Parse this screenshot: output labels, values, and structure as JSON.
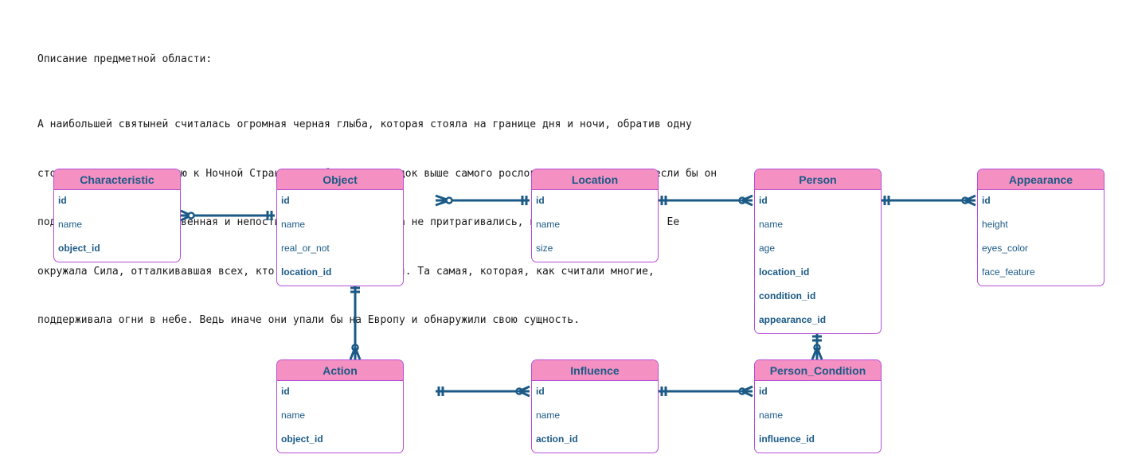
{
  "description": {
    "heading": "Описание предметной области:",
    "lines": [
      "А наибольшей святыней считалась огромная черная глыба, которая стояла на границе дня и ночи, обратив одну",
      "сторону к Солнцу, другую к Ночной Стране. Она была на порядок выше самого рослого европеанца, даже если бы он",
      "поднял свои усы. Таинственная и непостижимая. К ней никогда не притрагивались, поклонялись издалека. Ее",
      "окружала Сила, отталкивавшая всех, кто пытался приблизиться. Та самая, которая, как считали многие,",
      "поддерживала огни в небе. Ведь иначе они упали бы на Европу и обнаружили свою сущность."
    ]
  },
  "entities": {
    "characteristic": {
      "title": "Characteristic",
      "attrs": [
        "id",
        "name",
        "object_id"
      ]
    },
    "object": {
      "title": "Object",
      "attrs": [
        "id",
        "name",
        "real_or_not",
        "location_id"
      ]
    },
    "location": {
      "title": "Location",
      "attrs": [
        "id",
        "name",
        "size"
      ]
    },
    "person": {
      "title": "Person",
      "attrs": [
        "id",
        "name",
        "age",
        "location_id",
        "condition_id",
        "appearance_id"
      ]
    },
    "appearance": {
      "title": "Appearance",
      "attrs": [
        "id",
        "height",
        "eyes_color",
        "face_feature"
      ]
    },
    "action": {
      "title": "Action",
      "attrs": [
        "id",
        "name",
        "object_id"
      ]
    },
    "influence": {
      "title": "Influence",
      "attrs": [
        "id",
        "name",
        "action_id"
      ]
    },
    "person_condition": {
      "title": "Person_Condition",
      "attrs": [
        "id",
        "name",
        "influence_id"
      ]
    }
  },
  "colors": {
    "header_fill": "#f490c2",
    "border": "#b74cd6",
    "text": "#1b5a86",
    "connector": "#1b5a86"
  }
}
